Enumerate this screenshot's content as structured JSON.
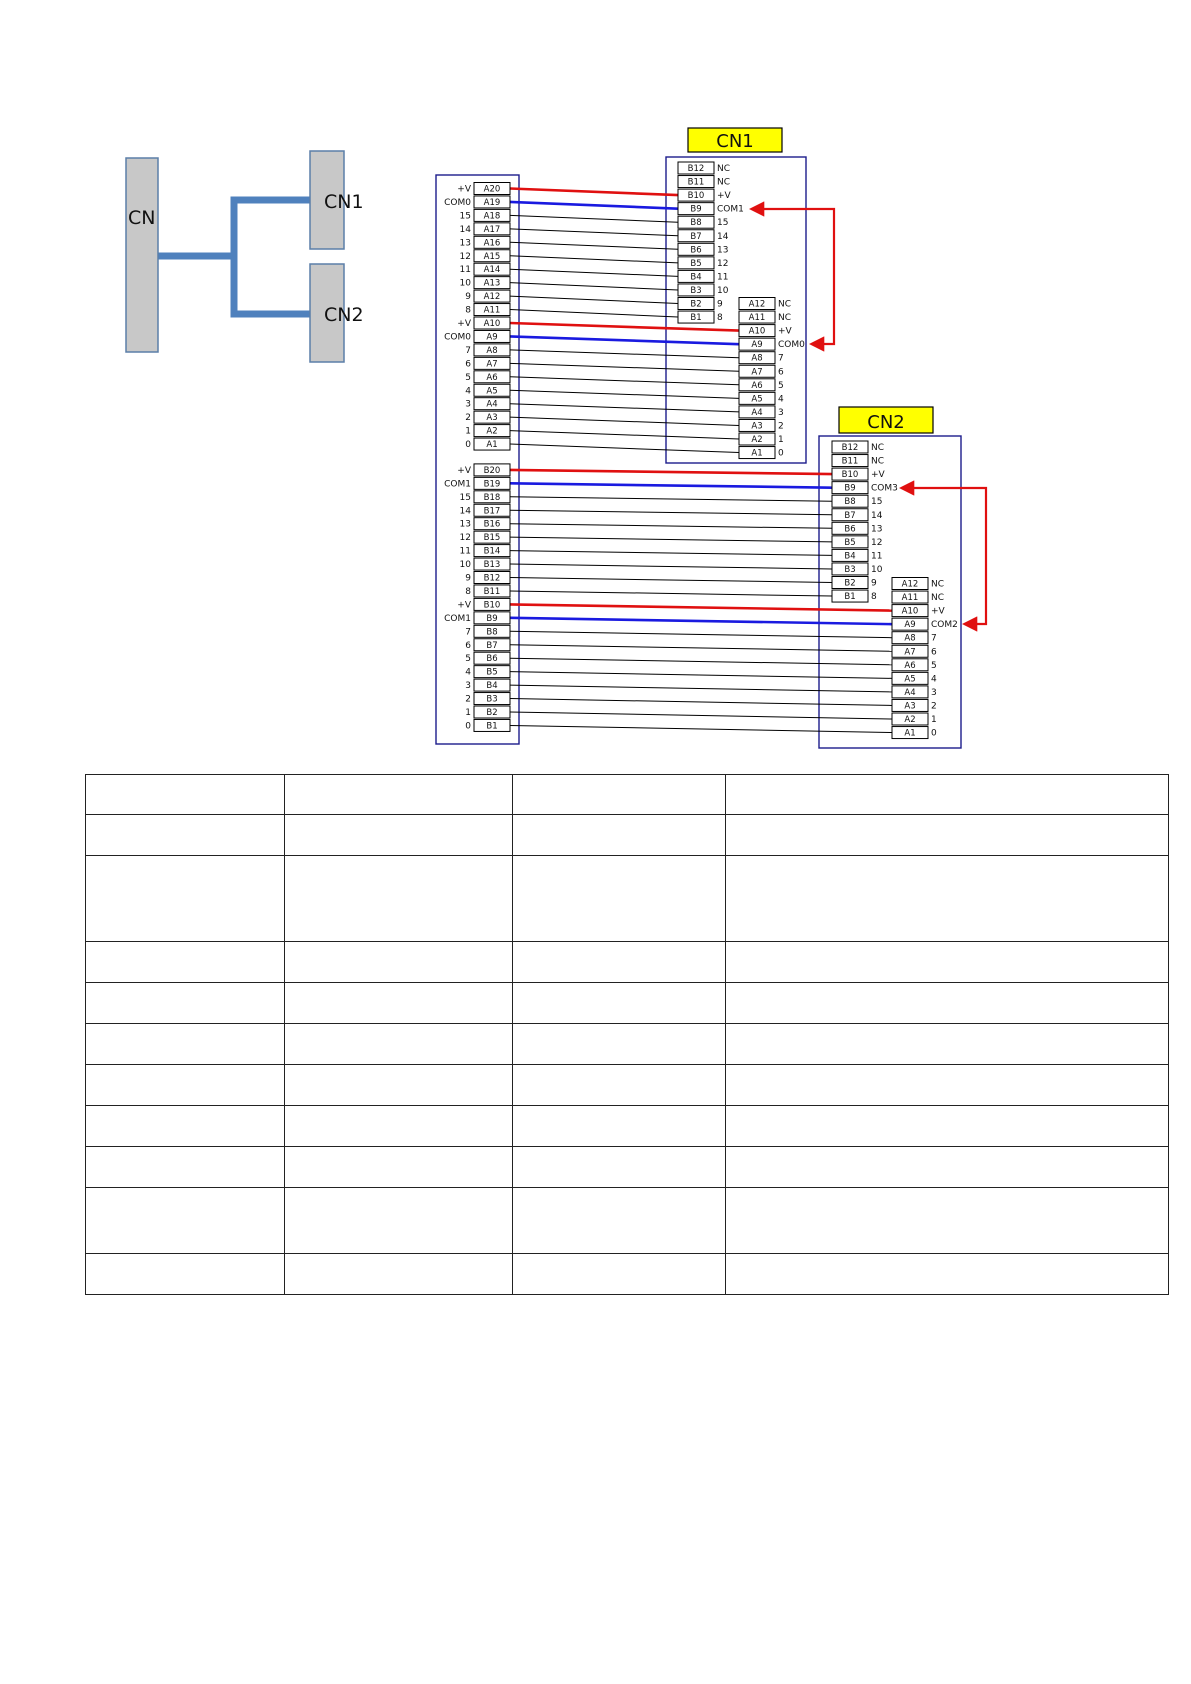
{
  "overview": {
    "main": "CN",
    "branch1": "CN1",
    "branch2": "CN2",
    "box_color": "#c8c8c8",
    "line_color": "#4f81bd"
  },
  "colors": {
    "plus_v": "#e01010",
    "common": "#1a1ae0",
    "signal": "#000000",
    "frame": "#1c1c8c",
    "title_bg": "#ffff00",
    "arrow": "#e01010"
  },
  "cn": {
    "rows_a": [
      {
        "label": "+V",
        "pin": "A20"
      },
      {
        "label": "COM0",
        "pin": "A19"
      },
      {
        "label": "15",
        "pin": "A18"
      },
      {
        "label": "14",
        "pin": "A17"
      },
      {
        "label": "13",
        "pin": "A16"
      },
      {
        "label": "12",
        "pin": "A15"
      },
      {
        "label": "11",
        "pin": "A14"
      },
      {
        "label": "10",
        "pin": "A13"
      },
      {
        "label": "9",
        "pin": "A12"
      },
      {
        "label": "8",
        "pin": "A11"
      },
      {
        "label": "+V",
        "pin": "A10"
      },
      {
        "label": "COM0",
        "pin": "A9"
      },
      {
        "label": "7",
        "pin": "A8"
      },
      {
        "label": "6",
        "pin": "A7"
      },
      {
        "label": "5",
        "pin": "A6"
      },
      {
        "label": "4",
        "pin": "A5"
      },
      {
        "label": "3",
        "pin": "A4"
      },
      {
        "label": "2",
        "pin": "A3"
      },
      {
        "label": "1",
        "pin": "A2"
      },
      {
        "label": "0",
        "pin": "A1"
      }
    ],
    "rows_b": [
      {
        "label": "+V",
        "pin": "B20"
      },
      {
        "label": "COM1",
        "pin": "B19"
      },
      {
        "label": "15",
        "pin": "B18"
      },
      {
        "label": "14",
        "pin": "B17"
      },
      {
        "label": "13",
        "pin": "B16"
      },
      {
        "label": "12",
        "pin": "B15"
      },
      {
        "label": "11",
        "pin": "B14"
      },
      {
        "label": "10",
        "pin": "B13"
      },
      {
        "label": "9",
        "pin": "B12"
      },
      {
        "label": "8",
        "pin": "B11"
      },
      {
        "label": "+V",
        "pin": "B10"
      },
      {
        "label": "COM1",
        "pin": "B9"
      },
      {
        "label": "7",
        "pin": "B8"
      },
      {
        "label": "6",
        "pin": "B7"
      },
      {
        "label": "5",
        "pin": "B6"
      },
      {
        "label": "4",
        "pin": "B5"
      },
      {
        "label": "3",
        "pin": "B4"
      },
      {
        "label": "2",
        "pin": "B3"
      },
      {
        "label": "1",
        "pin": "B2"
      },
      {
        "label": "0",
        "pin": "B1"
      }
    ]
  },
  "cn1": {
    "title": "CN1",
    "col_b": [
      {
        "pin": "B12",
        "label": "NC"
      },
      {
        "pin": "B11",
        "label": "NC"
      },
      {
        "pin": "B10",
        "label": "+V"
      },
      {
        "pin": "B9",
        "label": "COM1"
      },
      {
        "pin": "B8",
        "label": "15"
      },
      {
        "pin": "B7",
        "label": "14"
      },
      {
        "pin": "B6",
        "label": "13"
      },
      {
        "pin": "B5",
        "label": "12"
      },
      {
        "pin": "B4",
        "label": "11"
      },
      {
        "pin": "B3",
        "label": "10"
      },
      {
        "pin": "B2",
        "label": "9"
      },
      {
        "pin": "B1",
        "label": "8"
      }
    ],
    "col_a": [
      {
        "pin": "A12",
        "label": "NC"
      },
      {
        "pin": "A11",
        "label": "NC"
      },
      {
        "pin": "A10",
        "label": "+V"
      },
      {
        "pin": "A9",
        "label": "COM0"
      },
      {
        "pin": "A8",
        "label": "7"
      },
      {
        "pin": "A7",
        "label": "6"
      },
      {
        "pin": "A6",
        "label": "5"
      },
      {
        "pin": "A5",
        "label": "4"
      },
      {
        "pin": "A4",
        "label": "3"
      },
      {
        "pin": "A3",
        "label": "2"
      },
      {
        "pin": "A2",
        "label": "1"
      },
      {
        "pin": "A1",
        "label": "0"
      }
    ]
  },
  "cn2": {
    "title": "CN2",
    "col_b": [
      {
        "pin": "B12",
        "label": "NC"
      },
      {
        "pin": "B11",
        "label": "NC"
      },
      {
        "pin": "B10",
        "label": "+V"
      },
      {
        "pin": "B9",
        "label": "COM3"
      },
      {
        "pin": "B8",
        "label": "15"
      },
      {
        "pin": "B7",
        "label": "14"
      },
      {
        "pin": "B6",
        "label": "13"
      },
      {
        "pin": "B5",
        "label": "12"
      },
      {
        "pin": "B4",
        "label": "11"
      },
      {
        "pin": "B3",
        "label": "10"
      },
      {
        "pin": "B2",
        "label": "9"
      },
      {
        "pin": "B1",
        "label": "8"
      }
    ],
    "col_a": [
      {
        "pin": "A12",
        "label": "NC"
      },
      {
        "pin": "A11",
        "label": "NC"
      },
      {
        "pin": "A10",
        "label": "+V"
      },
      {
        "pin": "A9",
        "label": "COM2"
      },
      {
        "pin": "A8",
        "label": "7"
      },
      {
        "pin": "A7",
        "label": "6"
      },
      {
        "pin": "A6",
        "label": "5"
      },
      {
        "pin": "A5",
        "label": "4"
      },
      {
        "pin": "A4",
        "label": "3"
      },
      {
        "pin": "A3",
        "label": "2"
      },
      {
        "pin": "A2",
        "label": "1"
      },
      {
        "pin": "A1",
        "label": "0"
      }
    ]
  },
  "table": {
    "columns": 4,
    "rows": 10
  }
}
